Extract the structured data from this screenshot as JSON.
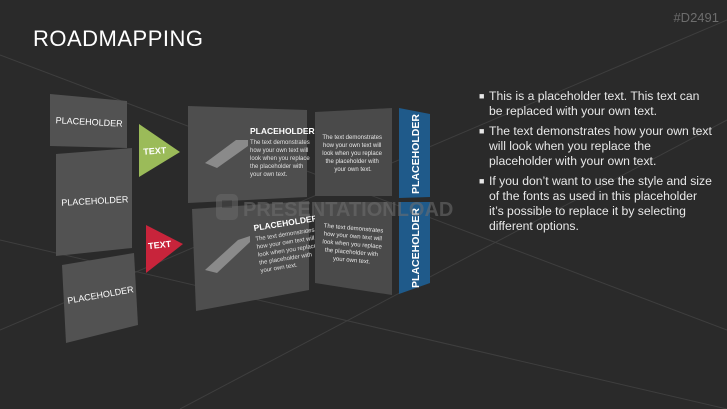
{
  "slide": {
    "id": "#D2491",
    "title": "ROADMAPPING"
  },
  "left_column": {
    "boxes": [
      "PLACEHOLDER",
      "PLACEHOLDER",
      "PLACEHOLDER"
    ]
  },
  "arrows": [
    {
      "label": "TEXT",
      "color": "#9bbb59"
    },
    {
      "label": "TEXT",
      "color": "#c8243b"
    }
  ],
  "panels": {
    "top": {
      "heading": "PLACEHOLDER",
      "body_lines": [
        "The text demonstrates",
        "how your own text will",
        "look when you replace",
        "the placeholder with",
        "your own text."
      ],
      "right_lines": [
        "The text demonstrates",
        "how your own text will",
        "look when you replace",
        "the placeholder with",
        "your own text."
      ]
    },
    "bottom": {
      "heading": "PLACEHOLDER",
      "body_lines": [
        "The text demonstrates",
        "how your own text will",
        "look when you replace",
        "the placeholder with",
        "your own text."
      ],
      "right_lines": [
        "The text demonstrates",
        "how your own text will",
        "look when you replace",
        "the placeholder with",
        "your own text."
      ]
    }
  },
  "blue_bar": {
    "labels": [
      "PLACEHOLDER",
      "PLACEHOLDER"
    ],
    "color": "#1f5a8a"
  },
  "watermark": "PRESENTATIONLOAD",
  "bullets": [
    "This is a placeholder text. This text can be replaced with your own text.",
    "The text demonstrates how your own text will look when you replace the placeholder with your own text.",
    "If you don’t want to use the style and size of the fonts as used in this placeholder it’s possible to replace it by selecting different options."
  ],
  "icons": [
    "staircase-icon",
    "staircase-icon",
    "bullet-square-icon"
  ]
}
